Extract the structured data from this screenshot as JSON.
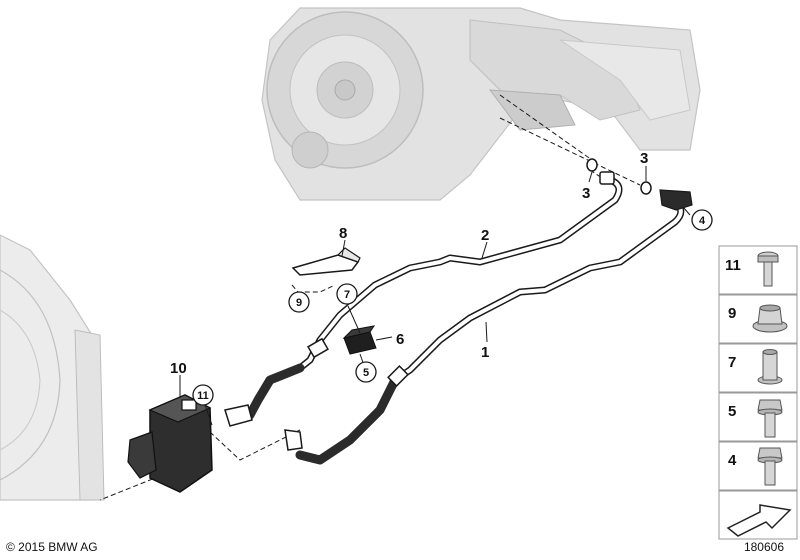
{
  "diagram": {
    "callouts": {
      "c1": "1",
      "c2": "2",
      "c3a": "3",
      "c3b": "3",
      "c6": "6",
      "c8": "8",
      "c10": "10"
    },
    "circled_callouts": {
      "c4": "4",
      "c5": "5",
      "c7": "7",
      "c9": "9",
      "c11": "11"
    },
    "legend": [
      {
        "number": "11",
        "part": "screw-icon"
      },
      {
        "number": "9",
        "part": "flange-nut-icon"
      },
      {
        "number": "7",
        "part": "spacer-sleeve-icon"
      },
      {
        "number": "5",
        "part": "hex-bolt-icon"
      },
      {
        "number": "4",
        "part": "collar-bolt-icon"
      }
    ],
    "footer": {
      "copyright": "© 2015 BMW AG",
      "drawing_number": "180606"
    },
    "colors": {
      "line": "#1a1a1a",
      "hose": "#2b2b2b",
      "transmission_fill": "#dedede",
      "shadow": "#b9b9b9",
      "legend_border": "#999999"
    }
  }
}
